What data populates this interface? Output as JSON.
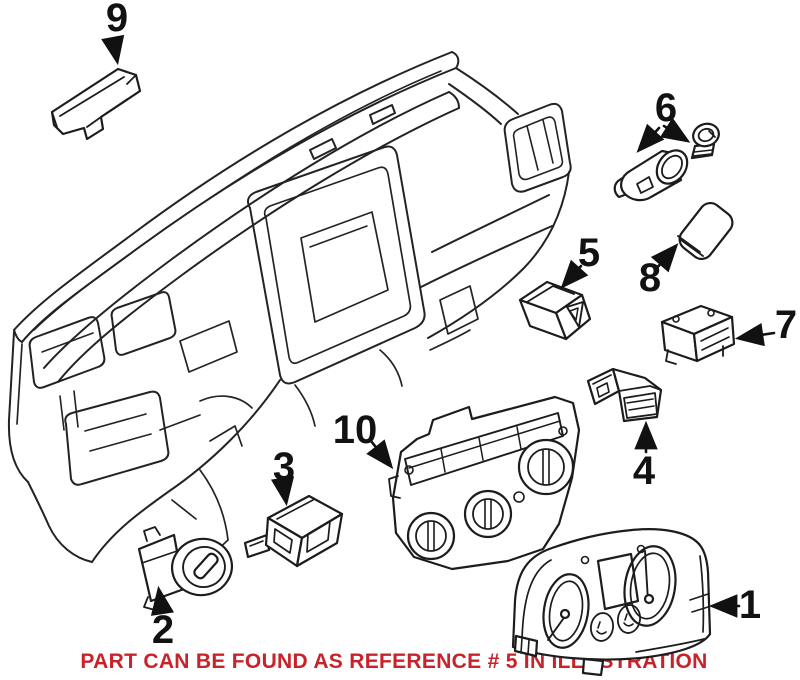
{
  "page": {
    "background": "#ffffff"
  },
  "illustration": {
    "type": "exploded-parts-diagram",
    "subject": "dashboard-switches-and-instrument-cluster",
    "line_color": "#222222",
    "callouts": [
      {
        "ref": "1",
        "part": "instrument-cluster"
      },
      {
        "ref": "2",
        "part": "headlight-switch"
      },
      {
        "ref": "3",
        "part": "relay-switch"
      },
      {
        "ref": "4",
        "part": "pushbutton-switch-with-connector"
      },
      {
        "ref": "5",
        "part": "hazard-warning-switch"
      },
      {
        "ref": "6",
        "part": "cigarette-lighter-socket-and-element"
      },
      {
        "ref": "7",
        "part": "switch-module"
      },
      {
        "ref": "8",
        "part": "lighter-socket-insert"
      },
      {
        "ref": "9",
        "part": "dash-top-trim"
      },
      {
        "ref": "10",
        "part": "climate-control-unit"
      }
    ]
  },
  "caption": {
    "text": "PART CAN BE FOUND AS REFERENCE # 5 IN ILLUSTRATION",
    "color": "#C8232A"
  }
}
